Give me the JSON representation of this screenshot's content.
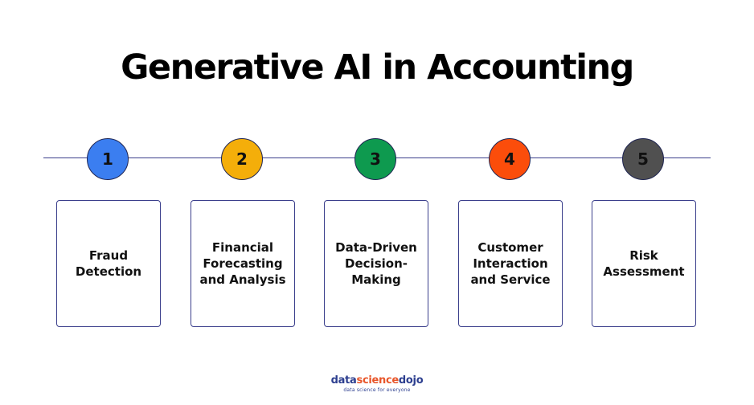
{
  "title": "Generative AI in Accounting",
  "steps": [
    {
      "number": "1",
      "label": "Fraud\nDetection",
      "color": "#3b7ef0"
    },
    {
      "number": "2",
      "label": "Financial\nForecasting\nand Analysis",
      "color": "#f4ae0a"
    },
    {
      "number": "3",
      "label": "Data-Driven\nDecision-\nMaking",
      "color": "#0e9a4f"
    },
    {
      "number": "4",
      "label": "Customer\nInteraction\nand Service",
      "color": "#fb4d0b"
    },
    {
      "number": "5",
      "label": "Risk\nAssessment",
      "color": "#505050"
    }
  ],
  "footer": {
    "logo_data": "data",
    "logo_science": "science",
    "logo_dojo": "dojo",
    "tagline": "data science for everyone"
  }
}
